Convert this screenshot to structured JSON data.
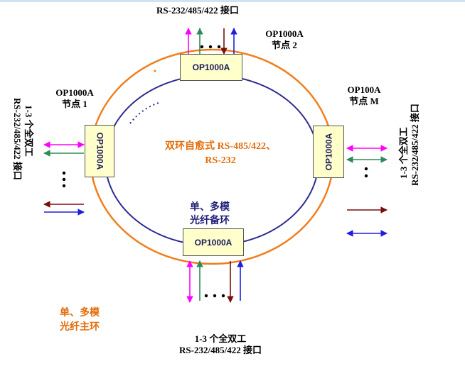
{
  "colors": {
    "outer_ring": "#f07f1e",
    "inner_ring": "#2b2b8f",
    "magenta": "#ff00ff",
    "green": "#2e8b57",
    "dark_red": "#7a0d0d",
    "blue": "#1e1ee0",
    "node_fill": "#ffffcc",
    "orange_text": "#e36c0a"
  },
  "top": {
    "interface_label": "RS-232/485/422 接口",
    "node_name_line1": "OP1000A",
    "node_name_line2": "节点 2",
    "ellipsis": "• • •"
  },
  "left": {
    "node_name_line1": "OP1000A",
    "node_name_line2": "节点 1",
    "interface_line1": "1-3 个全双工",
    "interface_line2": "RS-232/485/422 接口",
    "ellipsis": "•\n•\n•"
  },
  "right": {
    "node_name_line1": "OP100A",
    "node_name_line2": "节点 M",
    "interface_line1": "1-3 个全双工",
    "interface_line2": "RS-232/485/422 接口",
    "ellipsis": "•\n•"
  },
  "bottom": {
    "interface_line1": "1-3 个全双工",
    "interface_line2": "RS-232/485/422 接口",
    "ellipsis": "• • •"
  },
  "nodes": {
    "top": "OP1000A",
    "left": "OP1000A",
    "right": "OP1000A",
    "bottom": "OP1000A"
  },
  "center_text": {
    "line1": "双环自愈式 RS-485/422、",
    "line2": "RS-232"
  },
  "inner_ring_label": {
    "line1": "单、多模",
    "line2": "光纤备环"
  },
  "outer_ring_label": {
    "line1": "单、多模",
    "line2": "光纤主环"
  }
}
